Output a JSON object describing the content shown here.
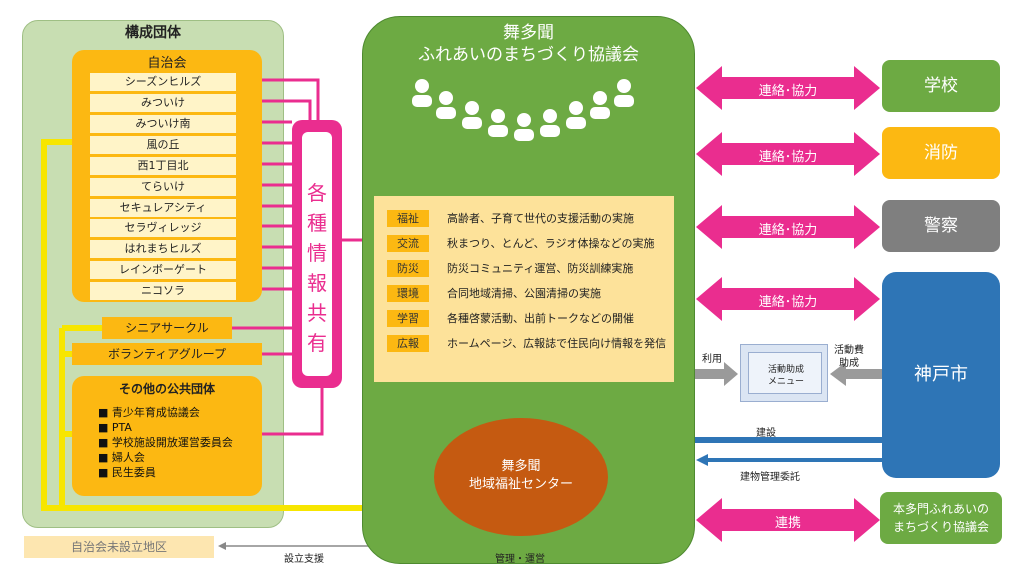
{
  "left_panel": {
    "title": "構成団体",
    "jichikai_title": "自治会",
    "jichikai_items": [
      "シーズンヒルズ",
      "みついけ",
      "みついけ南",
      "風の丘",
      "西1丁目北",
      "てらいけ",
      "セキュレアシティ",
      "セラヴィレッジ",
      "はれまちヒルズ",
      "レインボーゲート",
      "ニコソラ"
    ],
    "senior": "シニアサークル",
    "volunteer": "ボランティアグループ",
    "public_title": "その他の公共団体",
    "public_items": [
      "■ 青少年育成協議会",
      "■ PTA",
      "■ 学校施設開放運営委員会",
      "■ 婦人会",
      "■ 民生委員"
    ]
  },
  "info_share": {
    "chars": [
      "各",
      "種",
      "情",
      "報",
      "共",
      "有"
    ]
  },
  "council": {
    "title_line1": "舞多聞",
    "title_line2": "ふれあいのまちづくり協議会",
    "activities": [
      {
        "tag": "福祉",
        "text": "高齢者、子育て世代の支援活動の実施"
      },
      {
        "tag": "交流",
        "text": "秋まつり、とんど、ラジオ体操などの実施"
      },
      {
        "tag": "防災",
        "text": "防災コミュニティ運営、防災訓練実施"
      },
      {
        "tag": "環境",
        "text": "合同地域清掃、公園清掃の実施"
      },
      {
        "tag": "学習",
        "text": "各種啓蒙活動、出前トークなどの開催"
      },
      {
        "tag": "広報",
        "text": "ホームページ、広報誌で住民向け情報を発信"
      }
    ],
    "center_line1": "舞多聞",
    "center_line2": "地域福祉センター",
    "management": "管理・運営"
  },
  "right": {
    "school": "学校",
    "fire": "消防",
    "police": "警察",
    "kobe": "神戸市",
    "honta_line1": "本多門ふれあいの",
    "honta_line2": "まちづくり協議会",
    "renraku": "連絡･協力",
    "renkei": "連携",
    "riyou": "利用",
    "josei_line1": "活動費",
    "josei_line2": "助成",
    "menu_line1": "活動助成",
    "menu_line2": "メニュー",
    "kensetsu": "建設",
    "itaku": "建物管理委託"
  },
  "bottom": {
    "unestablished": "自治会未設立地区",
    "support": "設立支援"
  },
  "colors": {
    "green": "#6daa43",
    "orange": "#fcb812",
    "magenta": "#ea2d8f",
    "blue": "#2e75b6",
    "gray": "#7f7f7f",
    "brown": "#c55a11",
    "yellow_line": "#f7e600"
  }
}
